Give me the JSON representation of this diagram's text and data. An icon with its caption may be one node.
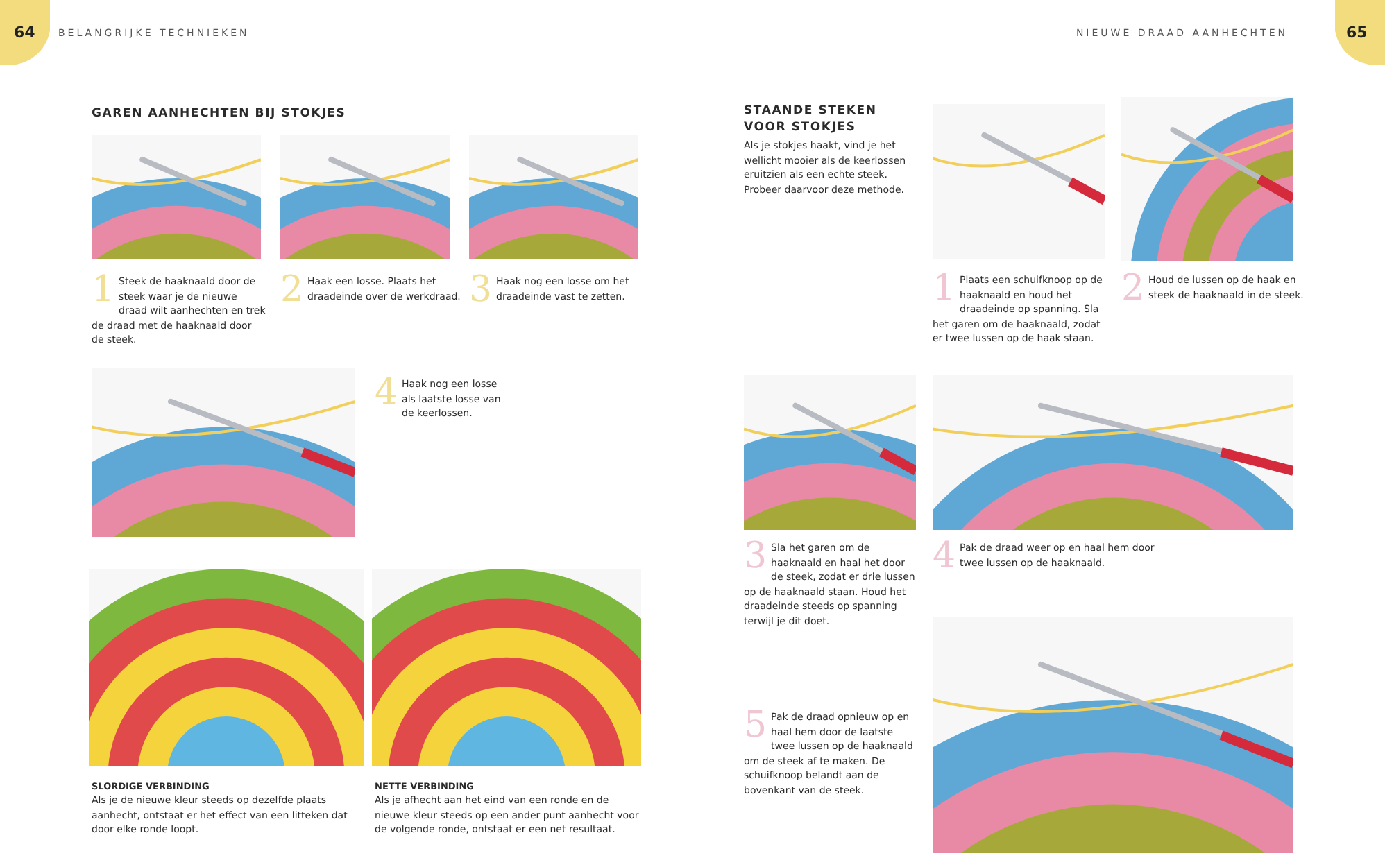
{
  "diagram": {
    "labels": [
      "64",
      "BELANGRIJKE TECHNIEKEN",
      "NIEUWE DRAAD AANHECHTEN",
      "65",
      "GAREN AANHECHTEN BIJ STOKJES",
      "1",
      "Steek de haaknaald door de steek waar je de nieuwe draad wilt aanhechten en trek de draad met de haaknaald door de steek.",
      "2",
      "Haak een losse. Plaats het draadeinde over de werkdraad.",
      "3",
      "Haak nog een losse om het draadeinde vast te zetten.",
      "4",
      "Haak nog een losse als laatste losse van de keerlossen.",
      "SLORDIGE VERBINDING",
      "Als je de nieuwe kleur steeds op dezelfde plaats aanhecht, ontstaat er het effect van een litteken dat door elke ronde loopt.",
      "NETTE VERBINDING",
      "Als je afhecht aan het eind van een ronde en de nieuwe kleur steeds op een ander punt aanhecht voor de volgende ronde, ontstaat er een net resultaat.",
      "STAANDE STEKEN VOOR STOKJES",
      "Als je stokjes haakt, vind je het wellicht mooier als de keerlossen eruitzien als een echte steek. Probeer daarvoor deze methode.",
      "1",
      "Plaats een schuifknoop op de haaknaald en houd het draadeinde op spanning. Sla het garen om de haaknaald, zodat er twee lussen op de haak staan.",
      "2",
      "Houd de lussen op de haak en steek de haaknaald in de steek.",
      "3",
      "Sla het garen om de haaknaald en haal het door de steek, zodat er drie lussen op de haaknaald staan. Houd het draadeinde steeds op spanning terwijl je dit doet.",
      "4",
      "Pak de draad weer op en haal hem door twee lussen op de haaknaald.",
      "5",
      "Pak de draad opnieuw op en haal hem door de laatste twee lussen op de haaknaald om de steek af te maken. De schuifknoop belandt aan de bovenkant van de steek."
    ]
  }
}
